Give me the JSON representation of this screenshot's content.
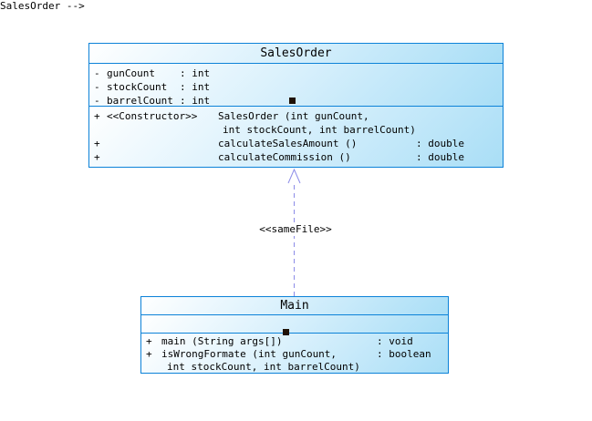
{
  "colors": {
    "box_border": "#0c82d8",
    "box_fill_start": "#ffffff",
    "box_fill_mid": "#d8f0fc",
    "box_fill_end": "#a9def6",
    "connector": "#8c8ce8",
    "anchor": "#1f1206",
    "text": "#000000",
    "canvas_bg": "#ffffff"
  },
  "classes": [
    {
      "name": "SalesOrder",
      "attributes": [
        {
          "visibility": "-",
          "name": "gunCount",
          "type": ": int"
        },
        {
          "visibility": "-",
          "name": "stockCount",
          "type": ": int"
        },
        {
          "visibility": "-",
          "name": "barrelCount",
          "type": ": int"
        }
      ],
      "methods": [
        {
          "visibility": "+",
          "stereotype": "<<Constructor>>",
          "signature": "SalesOrder (int gunCount,",
          "signature_line2": "int stockCount, int barrelCount)",
          "returns": ""
        },
        {
          "visibility": "+",
          "stereotype": "",
          "signature": "calculateSalesAmount ()",
          "returns": ": double"
        },
        {
          "visibility": "+",
          "stereotype": "",
          "signature": "calculateCommission ()",
          "returns": ": double"
        }
      ]
    },
    {
      "name": "Main",
      "attributes": [],
      "methods": [
        {
          "visibility": "+",
          "signature": "main (String args[])",
          "returns": ": void"
        },
        {
          "visibility": "+",
          "signature": "isWrongFormate (int gunCount,",
          "signature_line2": "int stockCount, int barrelCount)",
          "returns": ": boolean"
        }
      ]
    }
  ],
  "connector": {
    "type": "dashed-dependency-arrow",
    "label": "<<sameFile>>"
  }
}
